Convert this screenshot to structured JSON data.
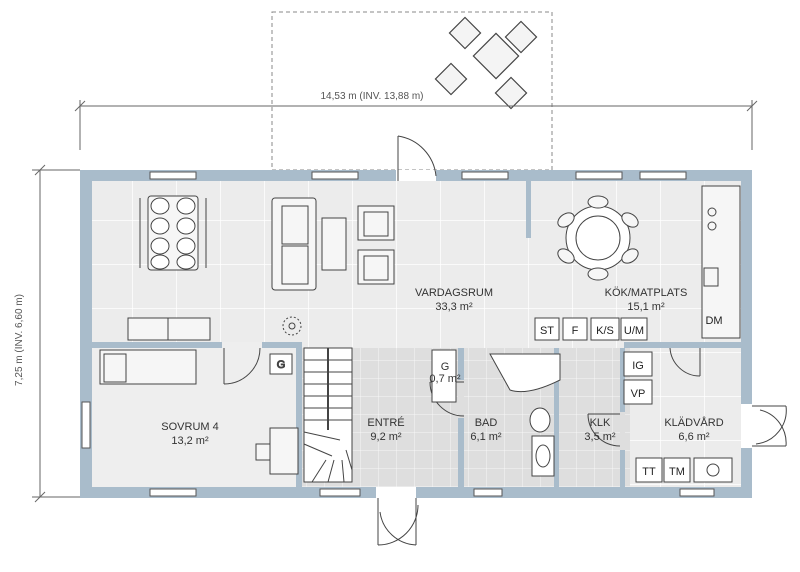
{
  "dimensions": {
    "width": "14,53 m (INV. 13,88 m)",
    "height": "7,25 m (INV. 6,60 m)"
  },
  "rooms": [
    {
      "id": "vardagsrum",
      "name": "VARDAGSRUM",
      "area": "33,3 m²"
    },
    {
      "id": "kok",
      "name": "KÖK/MATPLATS",
      "area": "15,1 m²"
    },
    {
      "id": "sovrum",
      "name": "SOVRUM 4",
      "area": "13,2 m²"
    },
    {
      "id": "entre",
      "name": "ENTRÉ",
      "area": "9,2 m²"
    },
    {
      "id": "bad",
      "name": "BAD",
      "area": "6,1 m²"
    },
    {
      "id": "klk",
      "name": "KLK",
      "area": "3,5 m²"
    },
    {
      "id": "kladvard",
      "name": "KLÄDVÅRD",
      "area": "6,6 m²"
    },
    {
      "id": "g_small",
      "name": "G",
      "area": "0,7 m²"
    }
  ],
  "fixtures": {
    "st": "ST",
    "f": "F",
    "ks": "K/S",
    "um": "U/M",
    "dm": "DM",
    "g": "G",
    "ig": "IG",
    "vp": "VP",
    "tt": "TT",
    "tm": "TM"
  },
  "colors": {
    "wall": "#a9bccb",
    "floor": "#ebebeb",
    "wet_floor": "#dcdcdc",
    "line": "#444444"
  }
}
